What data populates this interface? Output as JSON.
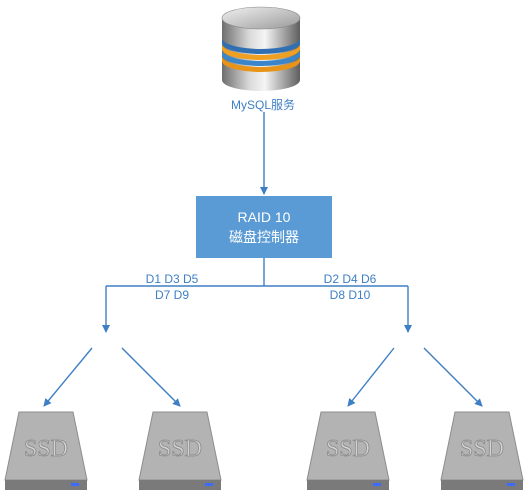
{
  "database": {
    "label": "MySQL服务",
    "icon": "database-icon"
  },
  "controller": {
    "line1": "RAID 10",
    "line2": "磁盘控制器",
    "color": "#5b9bd5"
  },
  "left_branch": {
    "line1": "D1 D3 D5",
    "line2": "D7 D9"
  },
  "right_branch": {
    "line1": "D2 D4 D6",
    "line2": "D8 D10"
  },
  "drives": [
    {
      "label": "SSD",
      "icon": "ssd-drive-icon"
    },
    {
      "label": "SSD",
      "icon": "ssd-drive-icon"
    },
    {
      "label": "SSD",
      "icon": "ssd-drive-icon"
    },
    {
      "label": "SSD",
      "icon": "ssd-drive-icon"
    }
  ],
  "colors": {
    "arrow": "#3f7fc4",
    "text": "#3f7fc4"
  }
}
